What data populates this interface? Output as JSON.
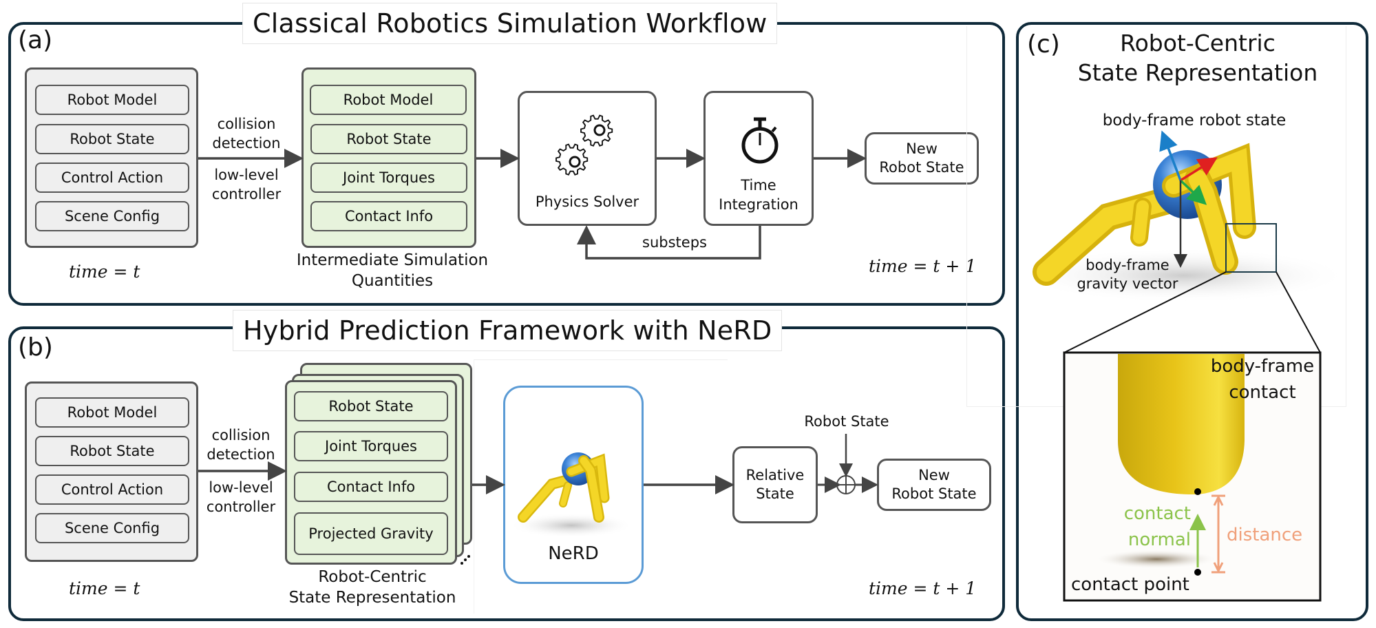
{
  "panel_a": {
    "letter": "(a)",
    "title": "Classical Robotics Simulation Workflow",
    "inputs": [
      "Robot Model",
      "Robot State",
      "Control Action",
      "Scene Config"
    ],
    "input_time": "time = t",
    "arrow_labels": {
      "top": [
        "collision",
        "detection"
      ],
      "bottom": [
        "low-level",
        "controller"
      ]
    },
    "intermediate": [
      "Robot Model",
      "Robot State",
      "Joint Torques",
      "Contact Info"
    ],
    "intermediate_caption": [
      "Intermediate Simulation",
      "Quantities"
    ],
    "solver_label": "Physics Solver",
    "solver_icon": "gears-icon",
    "integration_label": [
      "Time",
      "Integration"
    ],
    "integration_icon": "stopwatch-icon",
    "loop_label": "substeps",
    "output": [
      "New",
      "Robot State"
    ],
    "output_time": "time = t + 1"
  },
  "panel_b": {
    "letter": "(b)",
    "title": "Hybrid Prediction Framework with NeRD",
    "inputs": [
      "Robot Model",
      "Robot State",
      "Control Action",
      "Scene Config"
    ],
    "input_time": "time = t",
    "arrow_labels": {
      "top": [
        "collision",
        "detection"
      ],
      "bottom": [
        "low-level",
        "controller"
      ]
    },
    "representation": [
      "Robot State",
      "Joint Torques",
      "Contact Info",
      "Projected Gravity"
    ],
    "representation_caption": [
      "Robot-Centric",
      "State Representation"
    ],
    "model_label": "NeRD",
    "relative_state": [
      "Relative",
      "State"
    ],
    "sum_input_label": "Robot State",
    "sum_symbol": "⊕",
    "output": [
      "New",
      "Robot State"
    ],
    "output_time": "time = t + 1"
  },
  "panel_c": {
    "letter": "(c)",
    "title": [
      "Robot-Centric",
      "State Representation"
    ],
    "robot_state_label": "body-frame robot state",
    "gravity_label": [
      "body-frame",
      "gravity vector"
    ],
    "inset": {
      "contact_label": [
        "body-frame",
        "contact"
      ],
      "normal_label": [
        "contact",
        "normal"
      ],
      "distance_label": "distance",
      "point_label": "contact point"
    }
  },
  "colors": {
    "panel_border": "#0f2a3a",
    "box_border": "#555555",
    "gray_fill": "#efefef",
    "green_fill": "#e7f3dc",
    "nerd_border": "#5b9bd5",
    "robot_yellow": "#f2d21b",
    "robot_blue": "#3b82d6",
    "axis_x": "#e02020",
    "axis_y": "#1fa84a",
    "axis_z": "#1a7fc9",
    "contact_normal": "#8bc34a",
    "distance": "#f0a07a"
  }
}
